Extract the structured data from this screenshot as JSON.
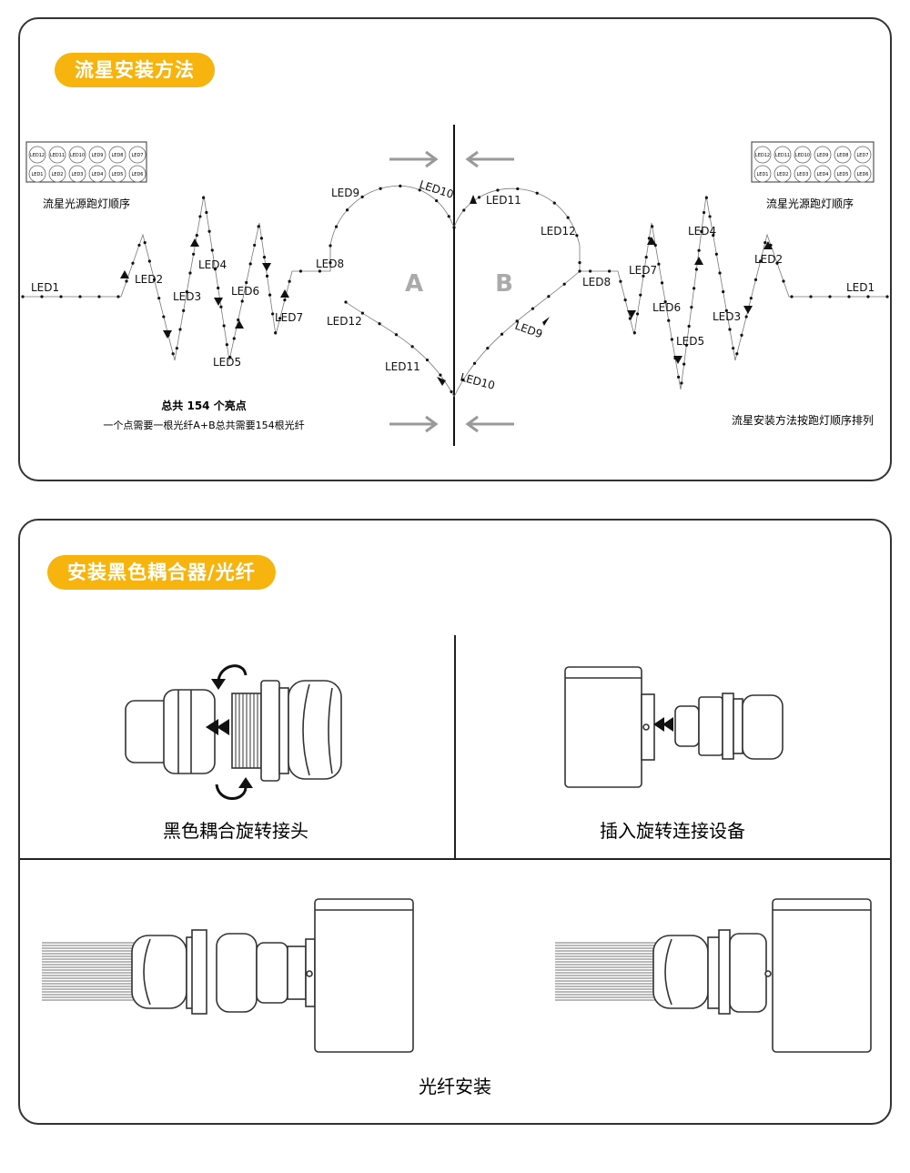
{
  "section1": {
    "title": "流星安装方法",
    "grid_left_label": "流星光源跑灯顺序",
    "grid_right_label": "流星光源跑灯顺序",
    "grid_row1": [
      "LED12",
      "LED11",
      "LED10",
      "LED9",
      "LED8",
      "LED7"
    ],
    "grid_row2": [
      "LED1",
      "LED2",
      "LED3",
      "LED4",
      "LED5",
      "LED6"
    ],
    "grid_right_row1": [
      "LED12",
      "LED11",
      "LED10",
      "LED9",
      "LED8",
      "LED7"
    ],
    "grid_right_row2": [
      "LED1",
      "LED2",
      "LED3",
      "LED4",
      "LED5",
      "LED6"
    ],
    "side_a": "A",
    "side_b": "B",
    "left_labels": [
      "LED1",
      "LED2",
      "LED3",
      "LED4",
      "LED5",
      "LED6",
      "LED7",
      "LED8",
      "LED9",
      "LED10",
      "LED11",
      "LED12"
    ],
    "right_labels": [
      "LED1",
      "LED2",
      "LED3",
      "LED4",
      "LED5",
      "LED6",
      "LED7",
      "LED8",
      "LED9",
      "LED10",
      "LED11",
      "LED12"
    ],
    "total_points": "总共 154 个亮点",
    "fiber_note": "一个点需要一根光纤A+B总共需要154根光纤",
    "order_note": "流星安装方法按跑灯顺序排列"
  },
  "section2": {
    "title": "安装黑色耦合器/光纤",
    "caption_1": "黑色耦合旋转接头",
    "caption_2": "插入旋转连接设备",
    "caption_3": "光纤安装"
  },
  "colors": {
    "accent": "#f7b40e",
    "arrow_gray": "#999999",
    "line": "#333333"
  }
}
